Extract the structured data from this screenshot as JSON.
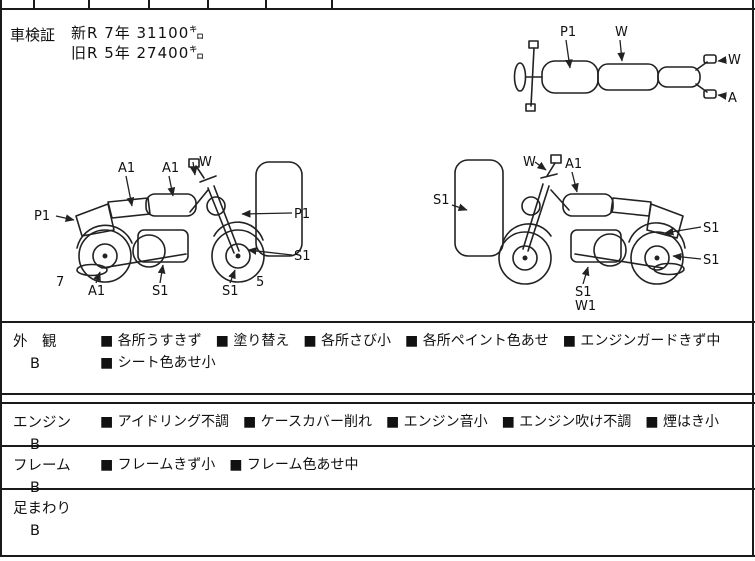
{
  "shaken": {
    "label": "車検証",
    "new_line": "新R 7年 31100㌔",
    "old_line": "旧R 5年 27400㌔"
  },
  "diagrams": {
    "top_view": {
      "labels": [
        "P1",
        "W",
        "W",
        "A"
      ]
    },
    "left_view": {
      "labels": [
        "A1",
        "A1",
        "W",
        "P1",
        "P1",
        "S1",
        "7",
        "A1",
        "S1",
        "S1",
        "5"
      ]
    },
    "right_view": {
      "labels": [
        "W",
        "A1",
        "S1",
        "S1",
        "S1",
        "S1",
        "W1"
      ]
    }
  },
  "bullet": "■",
  "sections": [
    {
      "label": "外　観",
      "grade": "B",
      "items": [
        "各所うすきず",
        "塗り替え",
        "各所さび小",
        "各所ペイント色あせ",
        "エンジンガードきず中",
        "シート色あせ小"
      ]
    },
    {
      "label": "エンジン",
      "grade": "B",
      "items": [
        "アイドリング不調",
        "ケースカバー削れ",
        "エンジン音小",
        "エンジン吹け不調",
        "煙はき小"
      ]
    },
    {
      "label": "フレーム",
      "grade": "B",
      "items": [
        "フレームきず小",
        "フレーム色あせ中"
      ]
    },
    {
      "label": "足まわり",
      "grade": "B",
      "items": []
    }
  ]
}
